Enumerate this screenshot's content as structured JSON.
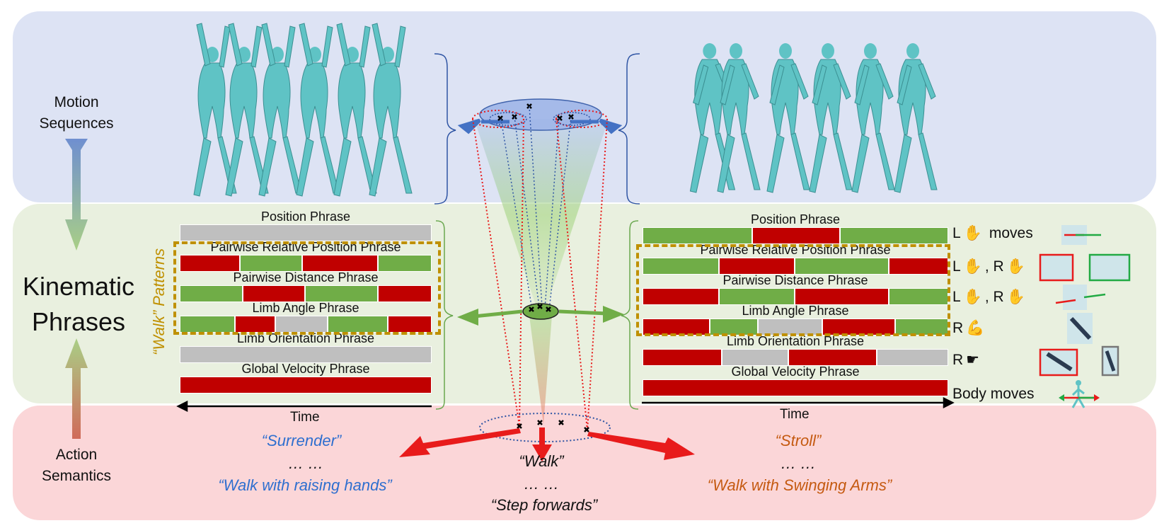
{
  "labels": {
    "motion_sequences": "Motion\nSequences",
    "kinematic_phrases": "Kinematic\nPhrases",
    "action_semantics": "Action\nSemantics",
    "walk_patterns": "“Walk” Patterns",
    "time": "Time"
  },
  "left_panel": {
    "phrases": [
      {
        "title": "Position Phrase",
        "segments": [
          {
            "c": "x",
            "w": 1
          }
        ]
      },
      {
        "title": "Pairwise Relative Position Phrase",
        "segments": [
          {
            "c": "r",
            "w": 0.24
          },
          {
            "c": "g",
            "w": 0.25
          },
          {
            "c": "r",
            "w": 0.3
          },
          {
            "c": "g",
            "w": 0.21
          }
        ]
      },
      {
        "title": "Pairwise Distance Phrase",
        "segments": [
          {
            "c": "g",
            "w": 0.25
          },
          {
            "c": "r",
            "w": 0.25
          },
          {
            "c": "g",
            "w": 0.29
          },
          {
            "c": "r",
            "w": 0.21
          }
        ]
      },
      {
        "title": "Limb Angle Phrase",
        "segments": [
          {
            "c": "g",
            "w": 0.22
          },
          {
            "c": "r",
            "w": 0.16
          },
          {
            "c": "x",
            "w": 0.21
          },
          {
            "c": "g",
            "w": 0.24
          },
          {
            "c": "r",
            "w": 0.17
          }
        ]
      },
      {
        "title": "Limb Orientation Phrase",
        "segments": [
          {
            "c": "x",
            "w": 1
          }
        ]
      },
      {
        "title": "Global Velocity Phrase",
        "segments": [
          {
            "c": "r",
            "w": 1
          }
        ]
      }
    ]
  },
  "right_panel": {
    "phrases": [
      {
        "title": "Position Phrase",
        "segments": [
          {
            "c": "g",
            "w": 0.36
          },
          {
            "c": "r",
            "w": 0.29
          },
          {
            "c": "g",
            "w": 0.35
          }
        ]
      },
      {
        "title": "Pairwise Relative Position Phrase",
        "segments": [
          {
            "c": "g",
            "w": 0.25
          },
          {
            "c": "r",
            "w": 0.25
          },
          {
            "c": "g",
            "w": 0.31
          },
          {
            "c": "r",
            "w": 0.19
          }
        ]
      },
      {
        "title": "Pairwise Distance Phrase",
        "segments": [
          {
            "c": "r",
            "w": 0.25
          },
          {
            "c": "g",
            "w": 0.25
          },
          {
            "c": "r",
            "w": 0.31
          },
          {
            "c": "g",
            "w": 0.19
          }
        ]
      },
      {
        "title": "Limb Angle Phrase",
        "segments": [
          {
            "c": "r",
            "w": 0.22
          },
          {
            "c": "g",
            "w": 0.16
          },
          {
            "c": "x",
            "w": 0.21
          },
          {
            "c": "r",
            "w": 0.24
          },
          {
            "c": "g",
            "w": 0.17
          }
        ]
      },
      {
        "title": "Limb Orientation Phrase",
        "segments": [
          {
            "c": "r",
            "w": 0.26
          },
          {
            "c": "x",
            "w": 0.22
          },
          {
            "c": "r",
            "w": 0.29
          },
          {
            "c": "x",
            "w": 0.23
          }
        ]
      },
      {
        "title": "Global Velocity Phrase",
        "segments": [
          {
            "c": "r",
            "w": 1
          }
        ]
      }
    ],
    "row_labels": [
      "L",
      "moves",
      "L",
      ", R",
      "L",
      ", R",
      "R",
      "R",
      "Body moves"
    ]
  },
  "semantics": {
    "left": [
      "“Surrender”",
      "… …",
      "“Walk with raising hands”"
    ],
    "center": [
      "“Walk”",
      "… …",
      "“Step forwards”"
    ],
    "right": [
      "“Stroll”",
      "… …",
      "“Walk with Swinging Arms”"
    ]
  },
  "colors": {
    "green": "#70ad47",
    "red": "#c00000",
    "gray": "#bfbfbf",
    "gold": "#bf9000",
    "blue_text": "#2f6fcf",
    "orange_text": "#c55a11",
    "figure": "#5fc3c5"
  },
  "icons": [
    "hand-icon",
    "flexed-arm-icon",
    "fist-icon",
    "walking-person-icon",
    "double-arrow-icon"
  ]
}
